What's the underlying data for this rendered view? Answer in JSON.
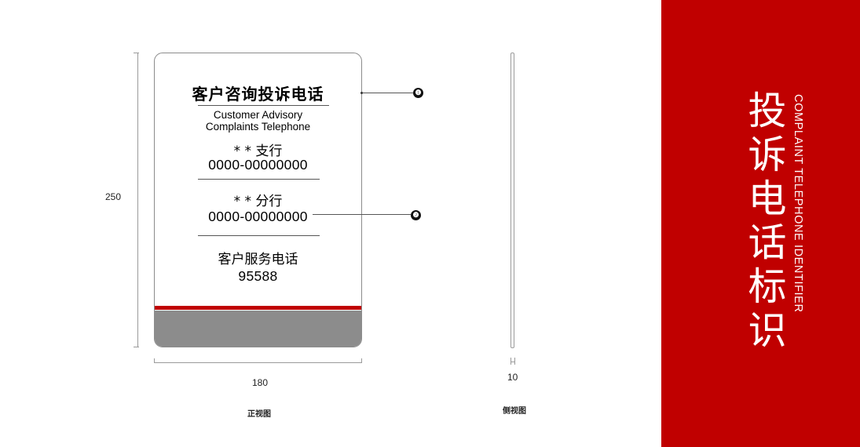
{
  "front_view": {
    "caption": "正视图",
    "height_label": "250",
    "width_label": "180",
    "sign": {
      "title": "客户咨询投诉电话",
      "english_line1": "Customer Advisory",
      "english_line2": "Complaints Telephone",
      "branches": [
        {
          "name": "* * 支行",
          "phone": "0000-00000000"
        },
        {
          "name": "* * 分行",
          "phone": "0000-00000000"
        }
      ],
      "service_label": "客户服务电话",
      "service_number": "95588"
    },
    "callouts": [
      "❶",
      "❷"
    ]
  },
  "side_view": {
    "caption": "侧视图",
    "depth_label": "10"
  },
  "panel": {
    "title_chars": [
      "投",
      "诉",
      "电",
      "话",
      "标",
      "识"
    ],
    "subtitle": "COMPLAINT TELEPHONE IDENTIFIER"
  },
  "colors": {
    "accent_red": "#c00000",
    "base_gray": "#8c8c8c"
  }
}
